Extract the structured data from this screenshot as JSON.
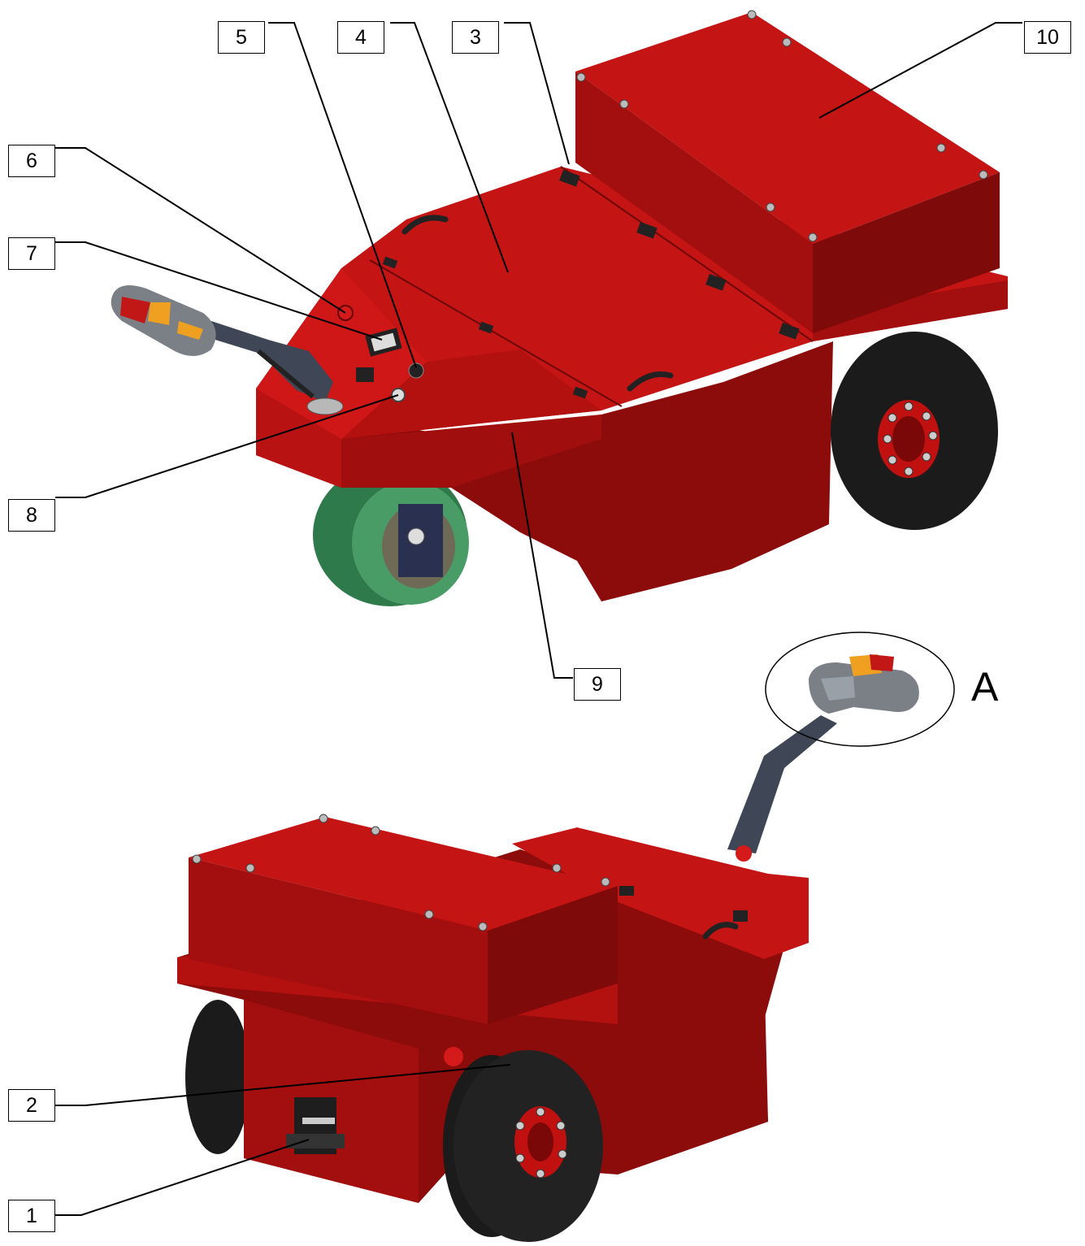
{
  "callouts": {
    "c1": "1",
    "c2": "2",
    "c3": "3",
    "c4": "4",
    "c5": "5",
    "c6": "6",
    "c7": "7",
    "c8": "8",
    "c9": "9",
    "c10": "10"
  },
  "detail_label": "A",
  "colors": {
    "body_red": "#b30f0f",
    "body_dark": "#7f0a0a",
    "tire_black": "#1b1b1b",
    "wheel_green": "#3f8f5c",
    "handle_grey": "#7b8087",
    "accent_yellow": "#f0a020"
  }
}
